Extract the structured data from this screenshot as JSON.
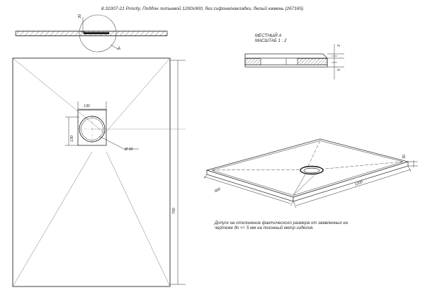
{
  "drawing": {
    "title": "8.31007-21 Priority, Поддон литьевой 1200x900, без сифона/накладки, белый камень (267165)",
    "line_color": "#2b2b2b",
    "background": "#ffffff"
  },
  "section_view": {
    "detail_callout_label": "A",
    "thickness_dim": "30"
  },
  "detail_view": {
    "name_label": "МЕСТНЫЙ А",
    "scale_label": "МАСШТАБ 1 : 2",
    "dim_top": "3",
    "dim_bottom": "5"
  },
  "plan_view": {
    "drain_width": "130",
    "drain_height": "130",
    "drain_diameter": "Ø 90",
    "tray_depth": "700"
  },
  "iso_view": {
    "width_label": "900",
    "length_label": "1200",
    "height_label": "30"
  },
  "notes": {
    "line1": "Допуск на отклонение фактического размера от заявленных на",
    "line2": "чертеже до +/- 5 мм на погонный метр изделия."
  }
}
